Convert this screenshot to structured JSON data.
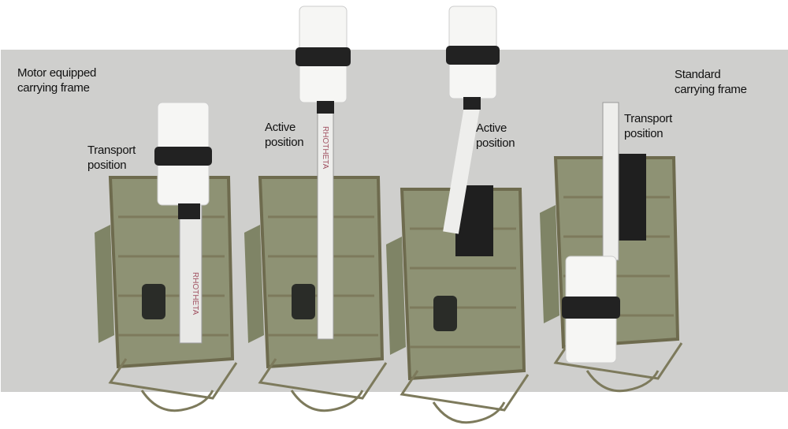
{
  "labels": {
    "motor_frame": [
      "Motor  equipped",
      "carrying frame"
    ],
    "transport_1": [
      "Transport",
      "position"
    ],
    "active_1": [
      "Active",
      "position"
    ],
    "active_2": [
      "Active",
      "position"
    ],
    "transport_2": [
      "Transport",
      "position"
    ],
    "standard_frame": [
      "Standard",
      "carrying frame"
    ]
  },
  "product_marking": "RHOTHETA",
  "colors": {
    "background": "#cfcfcd",
    "frame": "#7d7a5c",
    "pack": "#8e9274",
    "antenna": "#f6f6f4",
    "ring": "#222222"
  }
}
